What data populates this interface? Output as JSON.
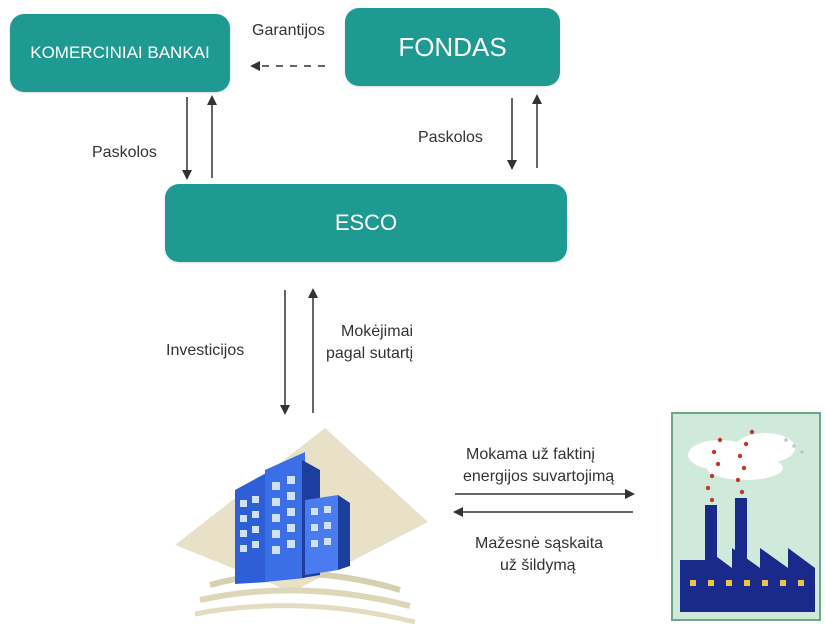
{
  "nodes": {
    "banks": "KOMERCINIAI BANKAI",
    "fund": "FONDAS",
    "esco": "ESCO"
  },
  "edges": {
    "guarantees": "Garantijos",
    "loans_left": "Paskolos",
    "loans_right": "Paskolos",
    "investments": "Investicijos",
    "payments_line1": "Mokėjimai",
    "payments_line2": "pagal sutartį",
    "paid_line1": "Mokama už faktinį",
    "paid_line2": "energijos suvartojimą",
    "bill_line1": "Mažesnė sąskaita",
    "bill_line2": "už šildymą"
  },
  "icons": {
    "building": "office-building-icon",
    "factory": "factory-icon"
  },
  "colors": {
    "node_fill": "#1e9a93",
    "node_text": "#ffffff",
    "arrow": "#333333",
    "building_blue": "#2f5fd6",
    "factory_bg": "#cfe9da"
  }
}
